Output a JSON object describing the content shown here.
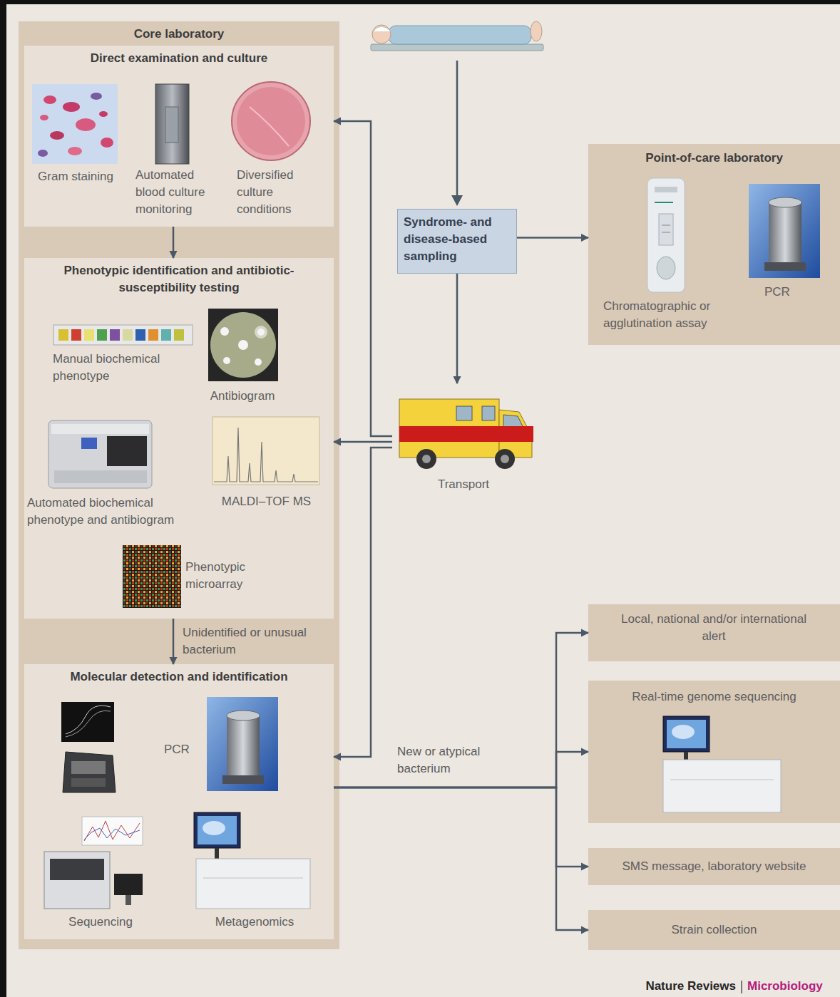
{
  "diagram": {
    "nodes": [
      {
        "text": [
          "Core laboratory"
        ]
      },
      {
        "text": [
          "Direct examination and culture",
          "Gram staining",
          "Automated blood culture monitoring",
          "Diversified culture conditions"
        ],
        "in": 0
      },
      {
        "text": [
          "Phenotypic identification and antibiotic-susceptibility testing",
          "Manual biochemical phenotype",
          "Antibiogram",
          "Automated biochemical phenotype and antibiogram",
          "MALDI–TOF MS",
          "Phenotypic microarray"
        ],
        "in": 0
      },
      {
        "text": [
          "Molecular detection and identification",
          "PCR",
          "Sequencing",
          "Metagenomics"
        ],
        "in": 0
      },
      {
        "text": [
          "Syndrome- and disease-based sampling"
        ]
      },
      {
        "text": [
          "Point-of-care laboratory",
          "Chromatographic or agglutination assay",
          "PCR"
        ]
      },
      {
        "text": [
          "Transport"
        ]
      },
      {
        "text": [
          "Local, national and/or international alert"
        ]
      },
      {
        "text": [
          "Real-time genome sequencing"
        ]
      },
      {
        "text": [
          "SMS message, laboratory website"
        ]
      },
      {
        "text": [
          "Strain collection"
        ]
      }
    ],
    "edges": [
      {
        "from": 1,
        "to": 2,
        "arrow": "to"
      },
      {
        "from": 2,
        "to": 3,
        "label": "Unidentified or unusual bacterium",
        "arrow": "to"
      },
      {
        "from": 4,
        "to": 5,
        "arrow": "to"
      },
      {
        "from": 4,
        "to": 6,
        "arrow": "to"
      },
      {
        "from": 6,
        "to": 1,
        "arrow": "to"
      },
      {
        "from": 6,
        "to": 2,
        "arrow": "to"
      },
      {
        "from": 6,
        "to": 3,
        "arrow": "to"
      },
      {
        "from": 3,
        "to": 7,
        "label": "New or atypical bacterium",
        "arrow": "to"
      },
      {
        "from": 3,
        "to": 8,
        "arrow": "to"
      },
      {
        "from": 3,
        "to": 9,
        "arrow": "to"
      },
      {
        "from": 3,
        "to": 10,
        "arrow": "to"
      }
    ],
    "labels": [
      "Nature Reviews",
      "Microbiology"
    ]
  }
}
